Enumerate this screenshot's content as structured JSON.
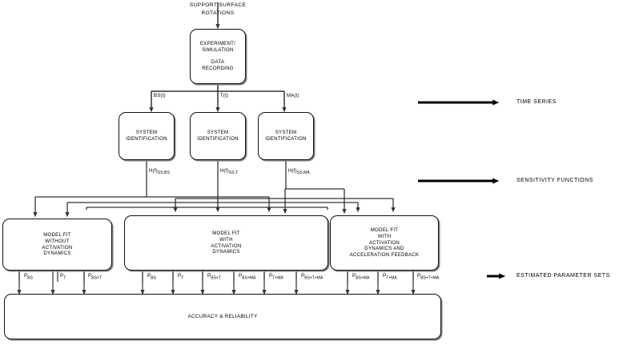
{
  "diagram": {
    "title_top": {
      "line1": "SUPPORT SURFACE",
      "line2": "ROTATIONS"
    },
    "experiment_box": {
      "line1": "EXPERIMENT/",
      "line2": "SIMULATION",
      "line3": "DATA",
      "line4": "RECORDING"
    },
    "signal_labels": [
      {
        "name": "bs-signal",
        "text": "BS(t)"
      },
      {
        "name": "t-signal",
        "text": "T(t)"
      },
      {
        "name": "ma-signal",
        "text": "MA(t)"
      }
    ],
    "sysid_boxes": [
      {
        "line1": "SYSTEM",
        "line2": "IDENTIFICATION"
      },
      {
        "line1": "SYSTEM",
        "line2": "IDENTIFICATION"
      },
      {
        "line1": "SYSTEM",
        "line2": "IDENTIFICATION"
      }
    ],
    "transfer_labels": [
      {
        "name": "h-ss-bs",
        "base": "H(f)",
        "sub": "SS,BS"
      },
      {
        "name": "h-ss-t",
        "base": "H(f)",
        "sub": "SS,T"
      },
      {
        "name": "h-ss-ma",
        "base": "H(f)",
        "sub": "SS,MA"
      }
    ],
    "model_boxes": [
      {
        "name": "model-fit-without-activation-dynamics",
        "lines": [
          "MODEL FIT",
          "WITHOUT",
          "ACTIVATION",
          "DYNAMICS"
        ]
      },
      {
        "name": "model-fit-with-activation-dynamics",
        "lines": [
          "MODEL FIT",
          "WITH",
          "ACTIVATION",
          "DYNAMICS"
        ]
      },
      {
        "name": "model-fit-with-activation-dynamics-and-acceleration-feedback",
        "lines": [
          "MODEL FIT",
          "WITH",
          "ACTIVATION",
          "DYNAMICS AND",
          "ACCELERATION FEEDBACK"
        ]
      }
    ],
    "parameter_sets": {
      "group1": [
        {
          "base": "P",
          "sub": "BS"
        },
        {
          "base": "P",
          "sub": "T"
        },
        {
          "base": "P",
          "sub": "BS+T"
        }
      ],
      "group2": [
        {
          "base": "P",
          "sub": "BS"
        },
        {
          "base": "P",
          "sub": "T"
        },
        {
          "base": "P",
          "sub": "BS+T"
        },
        {
          "base": "P",
          "sub": "BS+MA"
        },
        {
          "base": "P",
          "sub": "T+MA"
        },
        {
          "base": "P",
          "sub": "BS+T+MA"
        }
      ],
      "group3": [
        {
          "base": "P",
          "sub": "BS+MA"
        },
        {
          "base": "P",
          "sub": "T+MA"
        },
        {
          "base": "P",
          "sub": "BS+T+MA"
        }
      ]
    },
    "bottom_box": {
      "text": "ACCURACY & RELIABILITY"
    },
    "legend": [
      {
        "name": "legend-time-series",
        "text": "TIME SERIES"
      },
      {
        "name": "legend-sensitivity-functions",
        "text": "SENSITIVITY FUNCTIONS"
      },
      {
        "name": "legend-estimated-parameter-sets",
        "text": "ESTIMATED PARAMETER SETS"
      }
    ],
    "colors": {
      "stroke": "#111111",
      "shadow": "#808080",
      "background": "#ffffff",
      "text": "#000000"
    }
  }
}
